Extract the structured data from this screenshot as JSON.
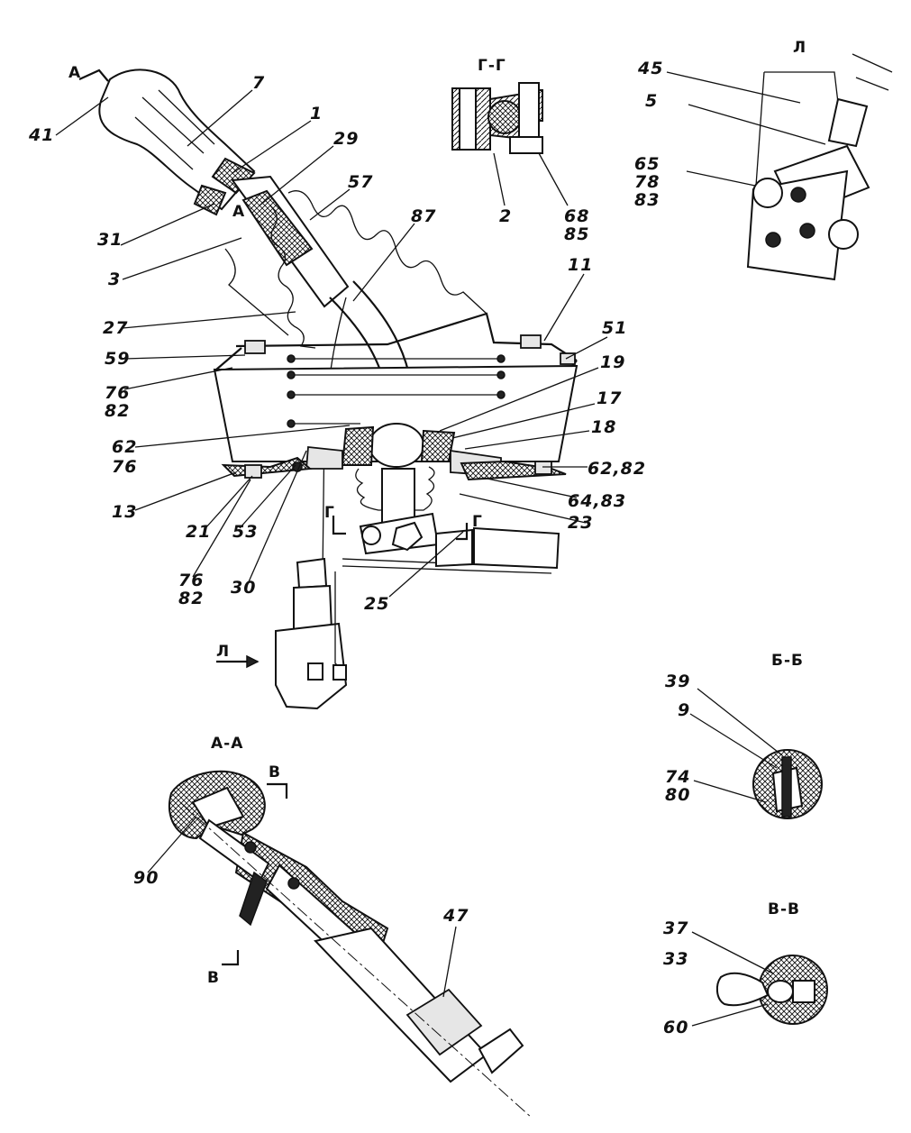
{
  "views": {
    "main": {
      "section_mark_a": "А",
      "section_mark_g": "Г",
      "view_arrow": "Л"
    },
    "section_gg": {
      "title": "Г-Г"
    },
    "view_l": {
      "title": "Л"
    },
    "section_aa": {
      "title": "А-А",
      "section_mark_v": "В"
    },
    "section_bb": {
      "title": "Б-Б"
    },
    "section_vv": {
      "title": "В-В"
    }
  },
  "callouts": {
    "main": [
      "41",
      "7",
      "1",
      "29",
      "57",
      "87",
      "11",
      "51",
      "19",
      "17",
      "18",
      "31",
      "3",
      "27",
      "59",
      "76",
      "82",
      "62",
      "76",
      "13",
      "21",
      "53",
      "76",
      "82",
      "30",
      "25",
      "23",
      "64,83",
      "62,82"
    ],
    "section_gg": [
      "2",
      "68",
      "85"
    ],
    "view_l": [
      "45",
      "5",
      "65",
      "78",
      "83"
    ],
    "section_aa": [
      "90",
      "47"
    ],
    "section_bb": [
      "39",
      "9",
      "74",
      "80"
    ],
    "section_vv": [
      "37",
      "33",
      "60"
    ]
  }
}
